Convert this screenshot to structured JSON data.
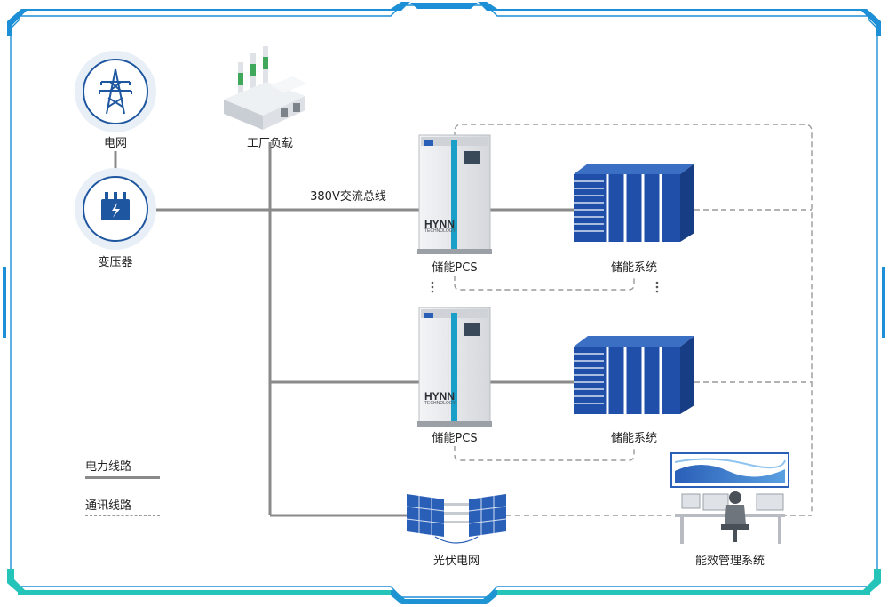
{
  "nodes": {
    "grid": "电网",
    "transformer": "变压器",
    "factory_load": "工厂负载",
    "bus": "380V交流总线",
    "pcs_1": "储能PCS",
    "storage_1": "储能系统",
    "pcs_2": "储能PCS",
    "storage_2": "储能系统",
    "pv": "光伏电网",
    "ems": "能效管理系统"
  },
  "pcs_brand": {
    "name": "HYNN",
    "sub": "TECHNOLOGY"
  },
  "legend": {
    "power": "电力线路",
    "comm": "通讯线路"
  },
  "colors": {
    "frame": "#1d8fd6",
    "frame_accent": "#25c4b8",
    "power_line": "#8a8a8a",
    "comm_line": "#9a9a9a",
    "battery_blue": "#1f4fa8",
    "pcs_body": "#e6e8eb",
    "pcs_stripe": "#1aa0c8",
    "icon_circle_bg": "#e8eff6",
    "icon_blue": "#1e56a0"
  }
}
